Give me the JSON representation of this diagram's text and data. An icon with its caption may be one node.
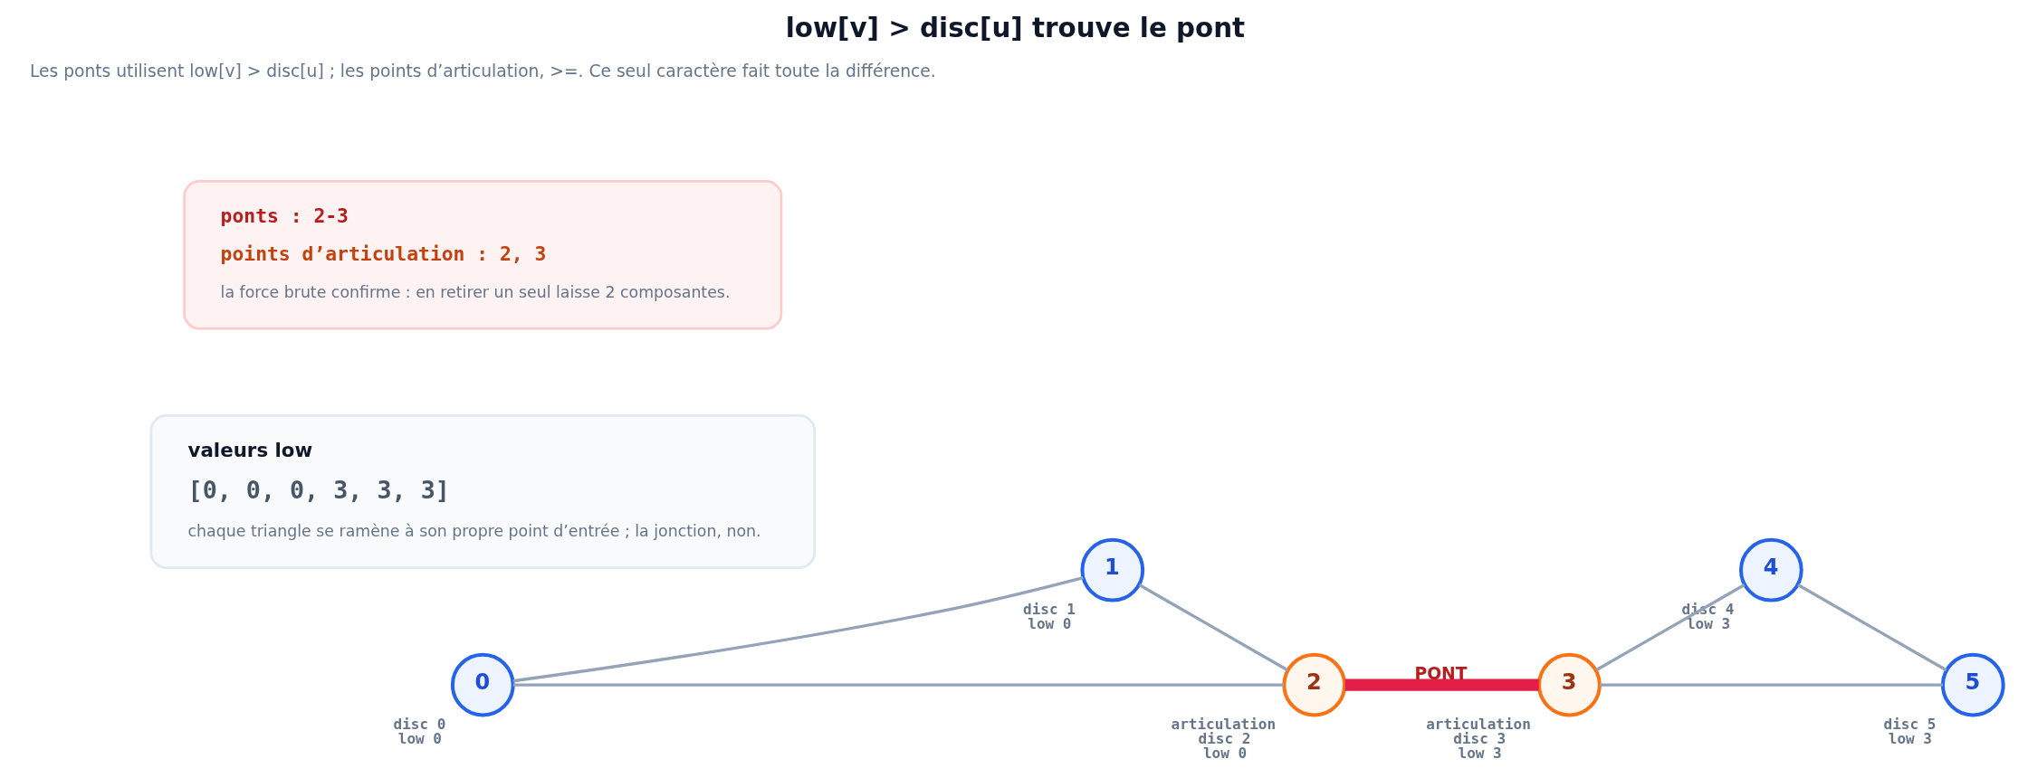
{
  "diagram": {
    "title": "low[v] > disc[u] trouve le pont",
    "caption": "Les ponts utilisent low[v] > disc[u] ; les points d’articulation, >=. Ce seul caractère fait toute la différence.",
    "nodes": [
      {
        "text": [
          "0"
        ],
        "beside": [
          "disc 0",
          "low 0"
        ]
      },
      {
        "text": [
          "1"
        ],
        "beside": [
          "disc 1",
          "low 0"
        ]
      },
      {
        "text": [
          "2"
        ],
        "beside": [
          "articulation",
          "disc 2",
          "low 0"
        ]
      },
      {
        "text": [
          "3"
        ],
        "beside": [
          "articulation",
          "disc 3",
          "low 3"
        ]
      },
      {
        "text": [
          "4"
        ],
        "beside": [
          "disc 4",
          "low 3"
        ]
      },
      {
        "text": [
          "5"
        ],
        "beside": [
          "disc 5",
          "low 3"
        ]
      },
      {
        "text": [
          "valeurs low",
          "[0, 0, 0, 3, 3, 3]",
          "chaque triangle se ramène à son propre point d’entrée ; la jonction, non."
        ]
      },
      {
        "text": [
          "ponts : 2-3",
          "points d’articulation : 2, 3",
          "la force brute confirme : en retirer un seul laisse 2 composantes."
        ]
      }
    ],
    "edges": [
      {
        "from": 0,
        "to": 1,
        "arrow": "none"
      },
      {
        "from": 0,
        "to": 2,
        "arrow": "none"
      },
      {
        "from": 1,
        "to": 2,
        "arrow": "none"
      },
      {
        "from": 2,
        "to": 3,
        "arrow": "none",
        "label": "PONT",
        "style": "thick",
        "color": "#e11d48"
      },
      {
        "from": 3,
        "to": 4,
        "arrow": "none"
      },
      {
        "from": 3,
        "to": 5,
        "arrow": "none"
      },
      {
        "from": 4,
        "to": 5,
        "arrow": "none"
      }
    ]
  }
}
